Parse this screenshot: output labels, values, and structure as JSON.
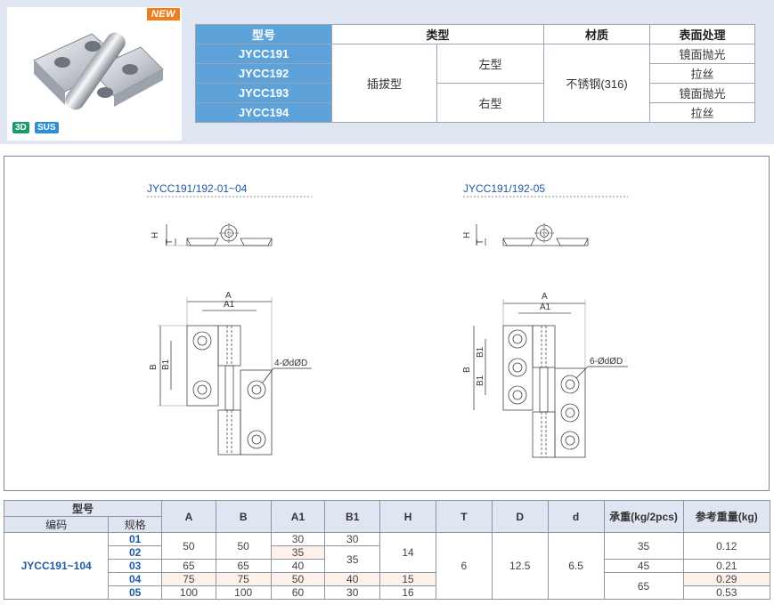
{
  "badges": {
    "new": "NEW",
    "three_d": "3D",
    "material": "SUS"
  },
  "type_table": {
    "headers": [
      "型号",
      "类型",
      "材质",
      "表面处理"
    ],
    "models": [
      "JYCC191",
      "JYCC192",
      "JYCC193",
      "JYCC194"
    ],
    "type": "插拔型",
    "subtypes": [
      "左型",
      "右型"
    ],
    "material": "不锈钢(316)",
    "finishes": [
      "镜面抛光",
      "拉丝",
      "镜面抛光",
      "拉丝"
    ]
  },
  "drawing": {
    "left_title": "JYCC191/192-01~04",
    "right_title": "JYCC191/192-05",
    "dims": {
      "A": "A",
      "A1": "A1",
      "B": "B",
      "B1": "B1",
      "H": "H",
      "T": "T"
    },
    "left_hole_note": "4-ØdØD",
    "right_hole_note": "6-ØdØD"
  },
  "spec_table": {
    "group_header": "型号",
    "col_code": "编码",
    "col_spec": "规格",
    "columns": [
      "A",
      "B",
      "A1",
      "B1",
      "H",
      "T",
      "D",
      "d",
      "承重(kg/2pcs)",
      "参考重量(kg)"
    ],
    "code": "JYCC191~104",
    "rows": [
      {
        "spec": "01",
        "A": "50",
        "B": "50",
        "A1": "30",
        "B1": "30",
        "weight": "0.12"
      },
      {
        "spec": "02",
        "A1": "35",
        "weight": ""
      },
      {
        "spec": "03",
        "A": "65",
        "B": "65",
        "A1": "40",
        "weight": "0.21"
      },
      {
        "spec": "04",
        "A": "75",
        "B": "75",
        "A1": "50",
        "B1": "40",
        "H": "15",
        "weight": "0.29"
      },
      {
        "spec": "05",
        "A": "100",
        "B": "100",
        "A1": "60",
        "B1": "30",
        "H": "16",
        "weight": "0.53"
      }
    ],
    "merged": {
      "A_B_01_02": "50",
      "B1_02_03": "35",
      "H_01_03": "14",
      "T": "6",
      "D": "12.5",
      "d": "6.5",
      "load_01_02": "35",
      "load_03": "45",
      "load_04_05": "65"
    }
  }
}
